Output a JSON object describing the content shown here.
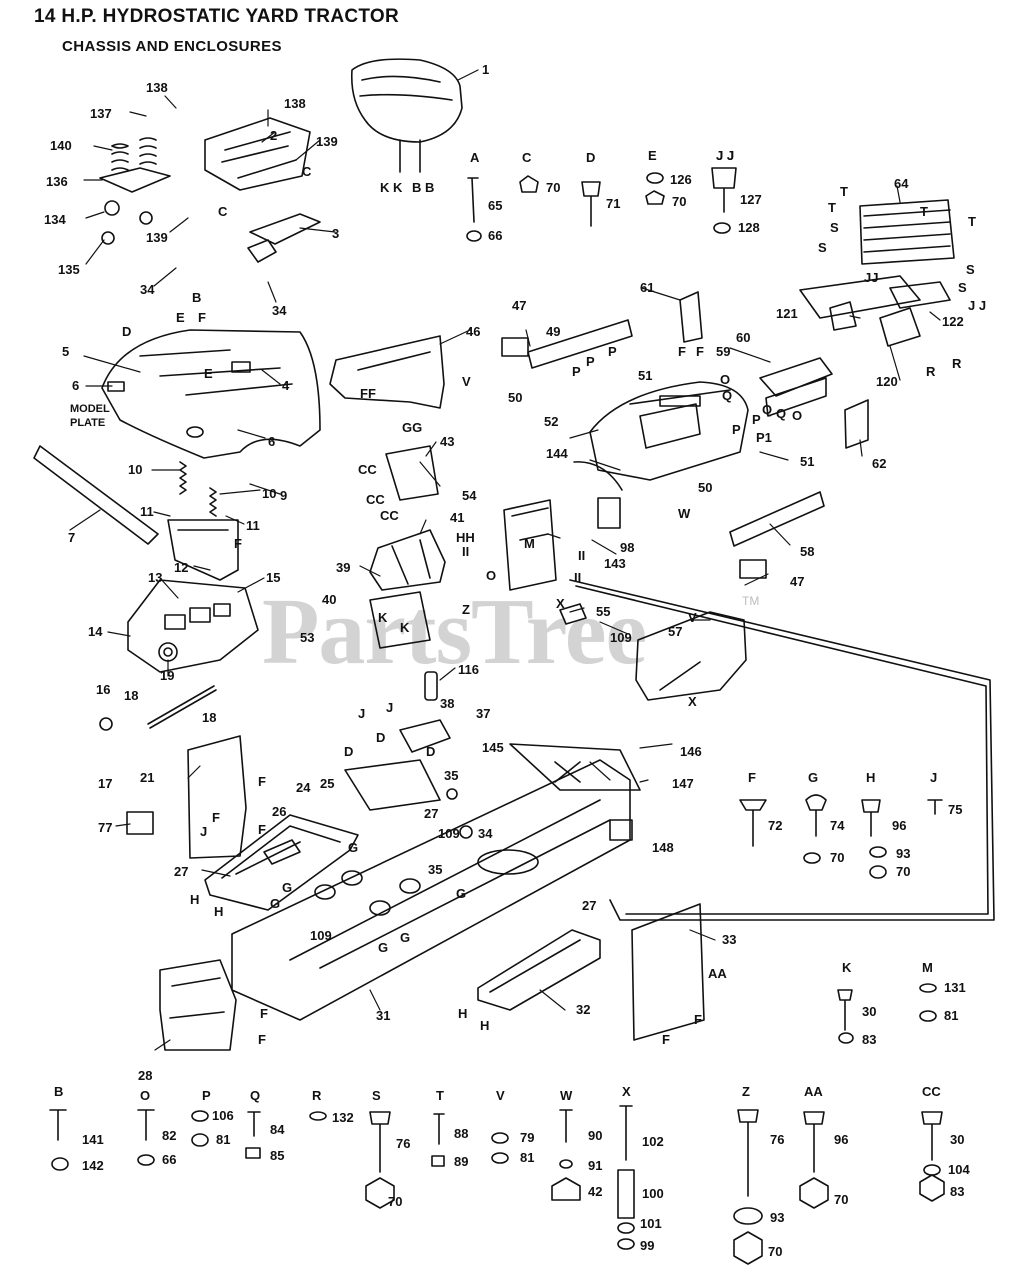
{
  "header": {
    "title": "14 H.P. HYDROSTATIC YARD TRACTOR",
    "subtitle": "CHASSIS AND ENCLOSURES"
  },
  "watermark": {
    "text": "PartsTree",
    "tm": "TM"
  },
  "colors": {
    "ink": "#111111",
    "watermark": "#c9c9c9",
    "background": "#ffffff"
  },
  "callouts": {
    "c1": "1",
    "c2": "2",
    "c3": "3",
    "c4": "4",
    "c5": "5",
    "c6a": "6",
    "c6b": "6",
    "c7": "7",
    "c9": "9",
    "c10a": "10",
    "c10b": "10",
    "c11a": "11",
    "c11b": "11",
    "c12": "12",
    "c13": "13",
    "c14": "14",
    "c15": "15",
    "c16": "16",
    "c17": "17",
    "c18a": "18",
    "c18b": "18",
    "c19": "19",
    "c21": "21",
    "c24": "24",
    "c25": "25",
    "c26": "26",
    "c27a": "27",
    "c27b": "27",
    "c27c": "27",
    "c28": "28",
    "c31": "31",
    "c32": "32",
    "c33": "33",
    "c34a": "34",
    "c34b": "34",
    "c34c": "34",
    "c35a": "35",
    "c35b": "35",
    "c37": "37",
    "c38": "38",
    "c39": "39",
    "c40": "40",
    "c41": "41",
    "c43": "43",
    "c46": "46",
    "c47a": "47",
    "c47b": "47",
    "c49": "49",
    "c50a": "50",
    "c50b": "50",
    "c51a": "51",
    "c51b": "51",
    "c52": "52",
    "c53": "53",
    "c54": "54",
    "c55": "55",
    "c57": "57",
    "c58": "58",
    "c59": "59",
    "c60": "60",
    "c61": "61",
    "c62": "62",
    "c64": "64",
    "c77": "77",
    "c98": "98",
    "c109a": "109",
    "c109b": "109",
    "c109c": "109",
    "c116": "116",
    "c120": "120",
    "c121": "121",
    "c122": "122",
    "c134": "134",
    "c135": "135",
    "c136": "136",
    "c137": "137",
    "c138a": "138",
    "c138b": "138",
    "c139a": "139",
    "c139b": "139",
    "c140": "140",
    "c143": "143",
    "c144": "144",
    "c145": "145",
    "c146": "146",
    "c147": "147",
    "c148": "148",
    "modelplate1": "MODEL",
    "modelplate2": "PLATE"
  },
  "letter_refs": {
    "KK": "K K",
    "BB": "B B",
    "B": "B",
    "C": "C",
    "Ca": "C",
    "D1": "D",
    "D2": "D",
    "D3": "D",
    "D4": "D",
    "E1": "E",
    "E2": "E",
    "F1": "F",
    "F2": "F",
    "F3": "F",
    "F4": "F",
    "F5": "F",
    "F6": "F",
    "F7": "F",
    "F8": "F",
    "F9": "F",
    "F10": "F",
    "F11": "F",
    "G1": "G",
    "G2": "G",
    "G3": "G",
    "G4": "G",
    "G5": "G",
    "G6": "G",
    "H1": "H",
    "H2": "H",
    "H3": "H",
    "H4": "H",
    "J1": "J",
    "J2": "J",
    "J3": "J",
    "K1": "K",
    "K2": "K",
    "M": "M",
    "O1": "O",
    "O2": "O",
    "O3": "O",
    "P1": "P",
    "P2": "P",
    "P3": "P",
    "P4": "P",
    "P5": "P",
    "P6": "P1",
    "Q1": "Q",
    "Q2": "Q",
    "Q3": "Q",
    "R1": "R",
    "R2": "R",
    "S1": "S",
    "S2": "S",
    "S3": "S",
    "S4": "S",
    "T1": "T",
    "T2": "T",
    "T3": "T",
    "T4": "T",
    "V1": "V",
    "V2": "V",
    "W": "W",
    "X1": "X",
    "X2": "X",
    "Z": "Z",
    "AA": "AA",
    "CC1": "CC",
    "CC2": "CC",
    "CC3": "CC",
    "FF": "FF",
    "GG": "GG",
    "HH": "HH",
    "II1": "II",
    "II2": "II",
    "II3": "II",
    "JJ1": "J J",
    "JJ2": "JJ",
    "JJ3": "J J"
  },
  "hardware_top": [
    {
      "letter": "A",
      "parts": [
        "65",
        "66"
      ]
    },
    {
      "letter": "C",
      "parts": [
        "70"
      ]
    },
    {
      "letter": "D",
      "parts": [
        "71"
      ]
    },
    {
      "letter": "E",
      "parts": [
        "126",
        "70"
      ]
    },
    {
      "letter": "J J",
      "parts": [
        "127",
        "128"
      ]
    }
  ],
  "hardware_mid": [
    {
      "letter": "F",
      "parts": [
        "72"
      ]
    },
    {
      "letter": "G",
      "parts": [
        "74",
        "70"
      ]
    },
    {
      "letter": "H",
      "parts": [
        "96",
        "93",
        "70"
      ]
    },
    {
      "letter": "J",
      "parts": [
        "75"
      ]
    },
    {
      "letter": "K",
      "parts": [
        "30",
        "83"
      ]
    },
    {
      "letter": "M",
      "parts": [
        "131",
        "81"
      ]
    }
  ],
  "hardware_bottom": [
    {
      "letter": "B",
      "parts": [
        "141",
        "142"
      ]
    },
    {
      "letter": "O",
      "parts": [
        "82",
        "66"
      ]
    },
    {
      "letter": "P",
      "parts": [
        "106",
        "81"
      ]
    },
    {
      "letter": "Q",
      "parts": [
        "84",
        "85"
      ]
    },
    {
      "letter": "R",
      "parts": [
        "132"
      ]
    },
    {
      "letter": "S",
      "parts": [
        "76",
        "70"
      ]
    },
    {
      "letter": "T",
      "parts": [
        "88",
        "89"
      ]
    },
    {
      "letter": "V",
      "parts": [
        "79",
        "81"
      ]
    },
    {
      "letter": "W",
      "parts": [
        "90",
        "91",
        "42"
      ]
    },
    {
      "letter": "X",
      "parts": [
        "102",
        "100",
        "101",
        "99"
      ]
    },
    {
      "letter": "Z",
      "parts": [
        "76",
        "93",
        "70"
      ]
    },
    {
      "letter": "AA",
      "parts": [
        "96",
        "70"
      ]
    },
    {
      "letter": "CC",
      "parts": [
        "30",
        "104",
        "83"
      ]
    }
  ]
}
